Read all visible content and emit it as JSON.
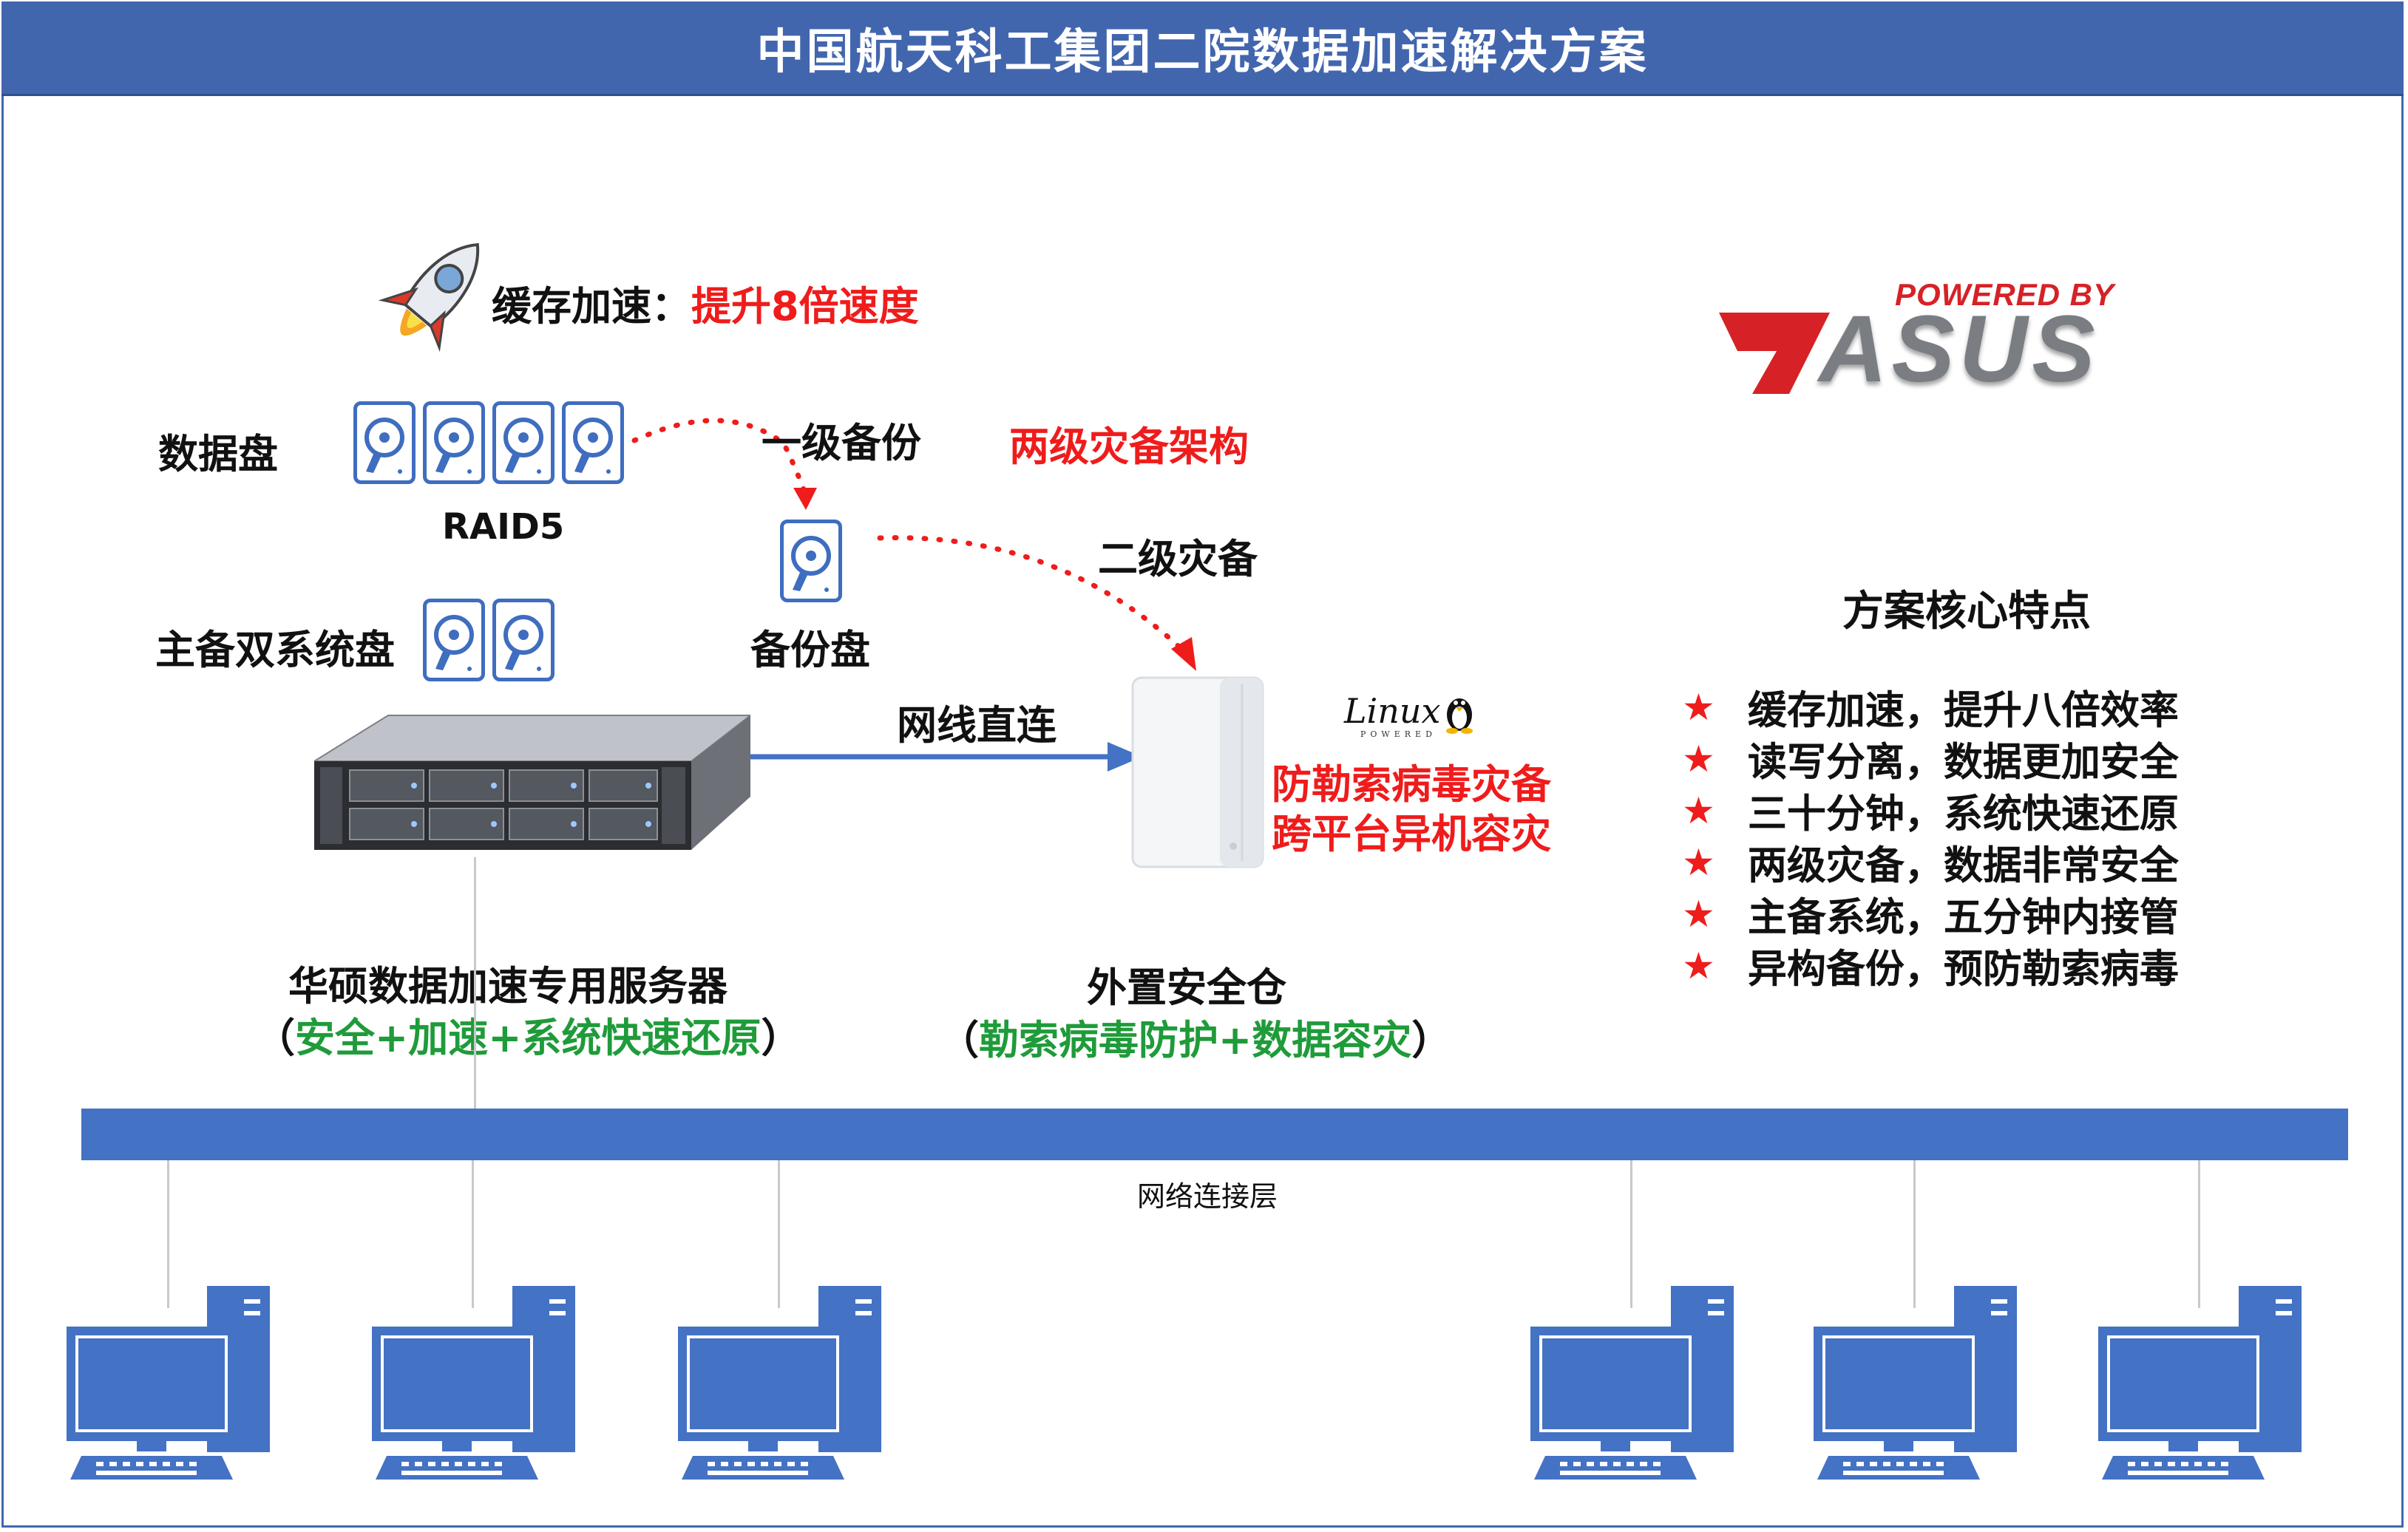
{
  "title": "中国航天科工集团二院数据加速解决方案",
  "cache": {
    "label": "缓存加速：",
    "highlight": "提升8倍速度"
  },
  "data_disk_label": "数据盘",
  "raid_label": "RAID5",
  "system_disk_label": "主备双系统盘",
  "backup_disk_label": "备份盘",
  "level1_label": "一级备份",
  "two_level_label": "两级灾备架构",
  "level2_label": "二级灾备",
  "network_direct_label": "网线直连",
  "linux_logo": {
    "main": "Linux",
    "sub": "POWERED"
  },
  "ransomware_lines": [
    "防勒索病毒灾备",
    "跨平台异机容灾"
  ],
  "server": {
    "title": "华硕数据加速专用服务器",
    "open": "（",
    "detail": "安全+加速+系统快速还原",
    "close": "）"
  },
  "storage": {
    "title": "外置安全仓",
    "open": "（",
    "detail": "勒索病毒防护+数据容灾",
    "close": "）"
  },
  "asus_logo": {
    "powered_by": "POWERED BY",
    "brand": "ASUS"
  },
  "features_title": "方案核心特点",
  "features": [
    "缓存加速，提升八倍效率",
    "读写分离，数据更加安全",
    "三十分钟，系统快速还原",
    "两级灾备，数据非常安全",
    "主备系统，五分钟内接管",
    "异构备份，预防勒索病毒"
  ],
  "feature_bullet": "★",
  "network_layer_label": "网络连接层",
  "colors": {
    "title_bar": "#4266ae",
    "network_bar": "#4472c4",
    "accent_red": "#ef1c1c",
    "accent_green": "#1f9b3a",
    "pc_blue": "#4472c4"
  },
  "icons": [
    "rocket-icon",
    "hard-disk-icon",
    "server-rack-icon",
    "nas-box-icon",
    "linux-penguin-icon",
    "asus-logo-icon",
    "desktop-pc-icon"
  ]
}
